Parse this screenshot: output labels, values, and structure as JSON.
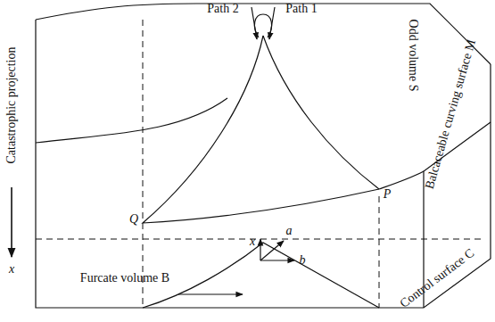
{
  "diagram": {
    "labels": [
      "Path 2",
      "Path 1",
      "Odd volume S",
      "Balcaceable curving surface M",
      "Q",
      "P",
      "Catastrophic projection",
      "x",
      "x",
      "a",
      "b",
      "Furcate volume B",
      "Control surface C"
    ]
  }
}
